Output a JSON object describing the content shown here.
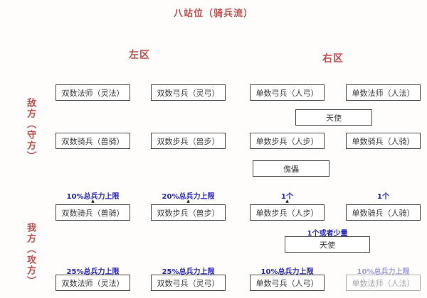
{
  "title": "八站位（骑兵流）",
  "zones": {
    "left": "左区",
    "right": "右区"
  },
  "sides": {
    "enemy": "敌方（守方）",
    "ours": "我方（攻方）"
  },
  "colors": {
    "heading_red": "#c0504d",
    "label_blue": "#2626b8",
    "box_border": "#4d4d4d",
    "box_text": "#3d3d3d"
  },
  "icons": {
    "arrow_up": "▲"
  },
  "enemy": {
    "row1": [
      "双数法师（灵法）",
      "双数弓兵（灵弓）",
      "单数弓兵（人弓）",
      "单数法师（人法）"
    ],
    "angel": "天使",
    "row2": [
      "双数骑兵（兽骑）",
      "双数步兵（兽步）",
      "单数步兵（人步）",
      "单数骑兵（人骑）"
    ],
    "puppet": "傀儡"
  },
  "ours": {
    "row1": [
      {
        "label": "10%总兵力上限",
        "box": "双数骑兵（兽骑）"
      },
      {
        "label": "20%总兵力上限",
        "box": "双数步兵（兽步）"
      },
      {
        "label": "1个",
        "box": "单数步兵（人步）"
      },
      {
        "label": "1个",
        "box": "单数骑兵（人骑）"
      }
    ],
    "angel_label": "1个或者少量",
    "angel": "天使",
    "row2": [
      {
        "label": "25%总兵力上限",
        "box": "双数法师（灵法）"
      },
      {
        "label": "25%总兵力上限",
        "box": "双数弓兵（灵弓）"
      },
      {
        "label": "10%总兵力上限",
        "box": "单数弓兵（人弓）"
      },
      {
        "label": "10%总兵力上限",
        "box": "单数法师（人法）"
      }
    ]
  }
}
